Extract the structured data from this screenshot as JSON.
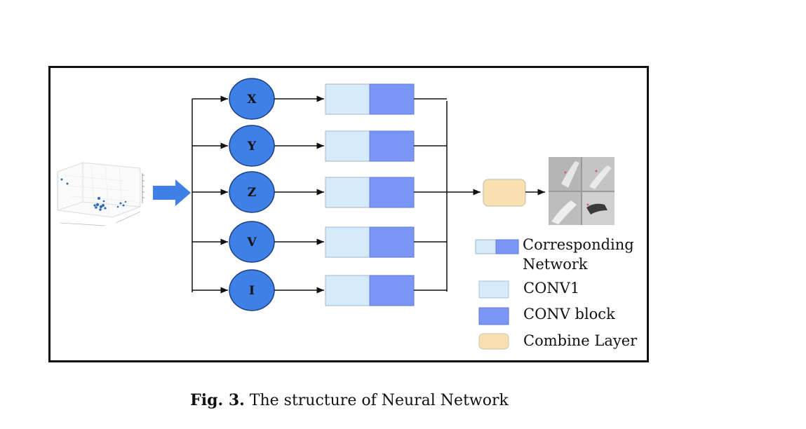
{
  "diagram": {
    "inputs": [
      "X",
      "Y",
      "Z",
      "V",
      "I"
    ],
    "colors": {
      "node_fill": "#3e80e6",
      "conv1": "#d6ebfa",
      "conv_block": "#7b96f4",
      "combine": "#f8e1ae",
      "arrow": "#3e80e6",
      "line": "#111111"
    }
  },
  "legend": {
    "corresponding_network": "Corresponding Network",
    "corresponding_network_line1": "Corresponding",
    "corresponding_network_line2": "Network",
    "conv1": "CONV1",
    "conv_block": "CONV block",
    "combine_layer": "Combine Layer"
  },
  "caption": {
    "label": "Fig. 3.",
    "text": "The structure of Neural Network"
  },
  "icons": {
    "scatter_plot": "3d-scatter-plot-icon",
    "hand_gestures": "hand-gesture-photos-icon"
  }
}
